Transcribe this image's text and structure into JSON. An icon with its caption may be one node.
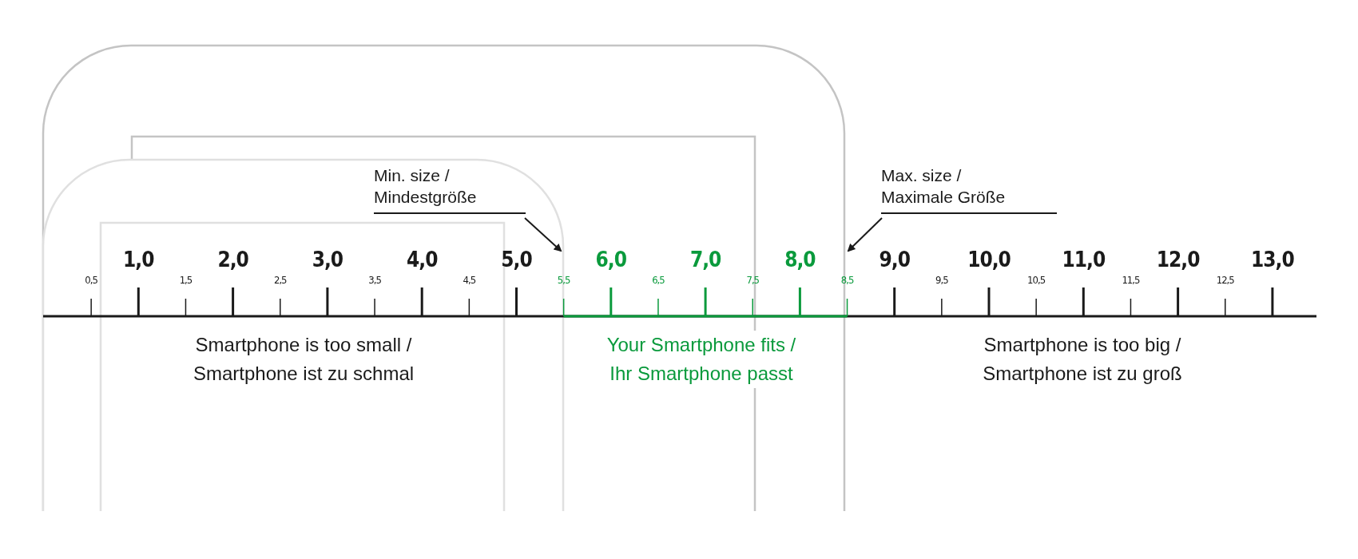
{
  "diagram": {
    "nodes": [
      {
        "text": [
          "Min. size / Mindestgröße"
        ]
      },
      {
        "text": [
          "Max. size / Maximale Größe"
        ]
      }
    ],
    "edges": [
      {
        "from": 0,
        "to": null,
        "arrow": "to"
      },
      {
        "from": 1,
        "to": null,
        "arrow": "to"
      }
    ],
    "labels": [
      "0,5",
      "1,0",
      "1,5",
      "2,0",
      "2,5",
      "3,0",
      "3,5",
      "4,0",
      "4,5",
      "5,0",
      "5,5",
      "6,0",
      "6,5",
      "7,0",
      "7,5",
      "8,0",
      "8,5",
      "9,0",
      "9,5",
      "10,0",
      "10,5",
      "11,0",
      "11,5",
      "12,0",
      "12,5",
      "13,0",
      "Smartphone is too small /",
      "Smartphone ist zu schmal",
      "Your Smartphone fits /",
      "Ihr Smartphone passt",
      "Smartphone is too big /",
      "Smartphone ist zu groß"
    ]
  }
}
